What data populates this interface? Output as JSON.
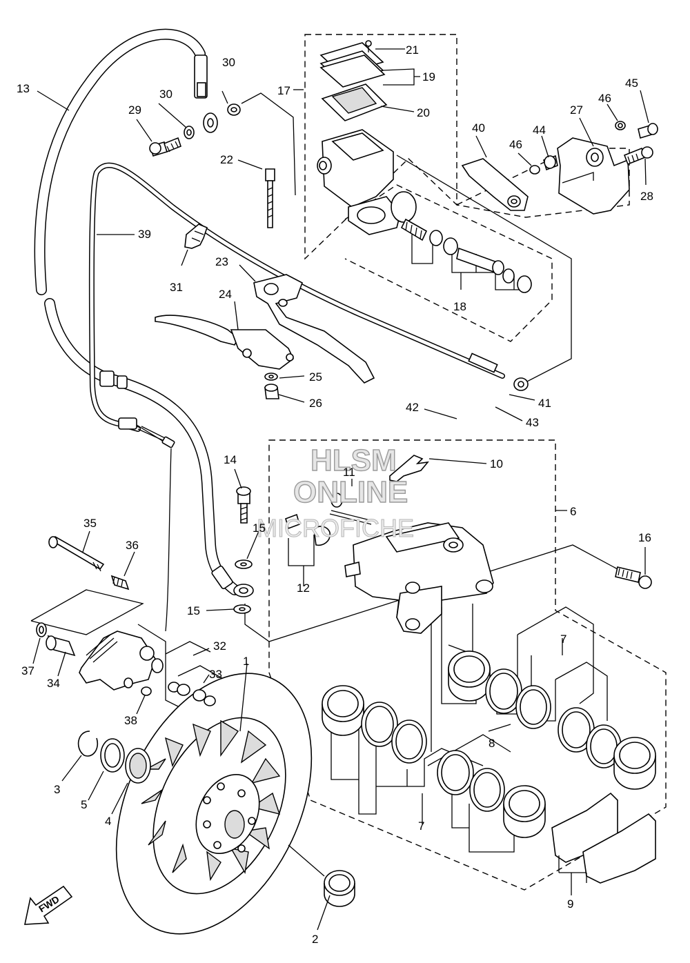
{
  "diagram": {
    "labels": {
      "l1": "1",
      "l2": "2",
      "l3": "3",
      "l4": "4",
      "l5": "5",
      "l6": "6",
      "l7a": "7",
      "l7b": "7",
      "l8": "8",
      "l9": "9",
      "l10": "10",
      "l11": "11",
      "l12": "12",
      "l13": "13",
      "l14": "14",
      "l15a": "15",
      "l15b": "15",
      "l16": "16",
      "l17": "17",
      "l18": "18",
      "l19": "19",
      "l20": "20",
      "l21": "21",
      "l22": "22",
      "l23": "23",
      "l24": "24",
      "l25": "25",
      "l26": "26",
      "l27": "27",
      "l28": "28",
      "l29": "29",
      "l30a": "30",
      "l30b": "30",
      "l31": "31",
      "l32": "32",
      "l33": "33",
      "l34": "34",
      "l35": "35",
      "l36": "36",
      "l37": "37",
      "l38": "38",
      "l39": "39",
      "l40": "40",
      "l41": "41",
      "l42": "42",
      "l43": "43",
      "l44": "44",
      "l45": "45",
      "l46a": "46",
      "l46b": "46"
    },
    "watermark": {
      "line1": "HLSM",
      "line2": "ONLINE",
      "line3": "MICROFICHE"
    },
    "fwd_arrow": "FWD"
  }
}
